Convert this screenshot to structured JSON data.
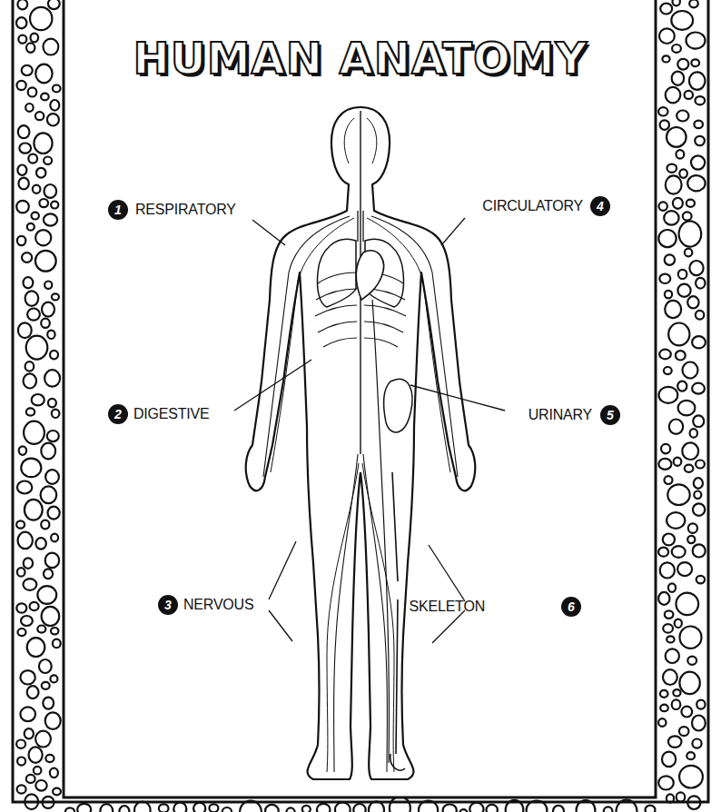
{
  "diagram": {
    "title": "HUMAN ANATOMY",
    "nodes": [
      {
        "text": [
          "1",
          "RESPIRATORY"
        ]
      },
      {
        "text": [
          "CIRCULATORY",
          "4"
        ]
      },
      {
        "text": [
          "2",
          "DIGESTIVE"
        ]
      },
      {
        "text": [
          "URINARY",
          "5"
        ]
      },
      {
        "text": [
          "3",
          "NERVOUS"
        ]
      },
      {
        "text": [
          "SKELETON",
          "6"
        ]
      }
    ]
  }
}
